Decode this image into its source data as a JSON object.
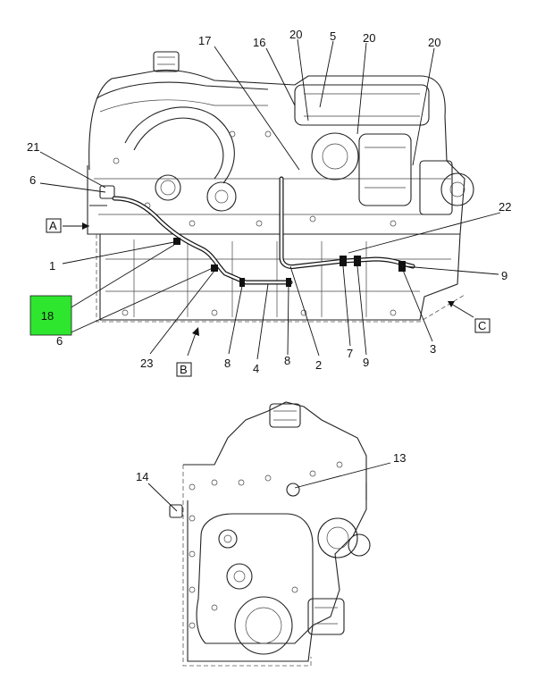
{
  "diagram": {
    "callouts": [
      {
        "id": "c17",
        "text": "17"
      },
      {
        "id": "c16",
        "text": "16"
      },
      {
        "id": "c20a",
        "text": "20"
      },
      {
        "id": "c5",
        "text": "5"
      },
      {
        "id": "c20b",
        "text": "20"
      },
      {
        "id": "c20c",
        "text": "20"
      },
      {
        "id": "c21",
        "text": "21"
      },
      {
        "id": "c6a",
        "text": "6"
      },
      {
        "id": "c22",
        "text": "22"
      },
      {
        "id": "c1",
        "text": "1"
      },
      {
        "id": "c9a",
        "text": "9"
      },
      {
        "id": "c6b",
        "text": "6"
      },
      {
        "id": "c23",
        "text": "23"
      },
      {
        "id": "c8a",
        "text": "8"
      },
      {
        "id": "c4",
        "text": "4"
      },
      {
        "id": "c8b",
        "text": "8"
      },
      {
        "id": "c2",
        "text": "2"
      },
      {
        "id": "c7",
        "text": "7"
      },
      {
        "id": "c9b",
        "text": "9"
      },
      {
        "id": "c3",
        "text": "3"
      },
      {
        "id": "c13",
        "text": "13"
      },
      {
        "id": "c14",
        "text": "14"
      }
    ],
    "view_labels": {
      "a": "A",
      "b": "B",
      "c": "C"
    },
    "highlight": {
      "text": "18",
      "color": "#2ee62e"
    }
  }
}
